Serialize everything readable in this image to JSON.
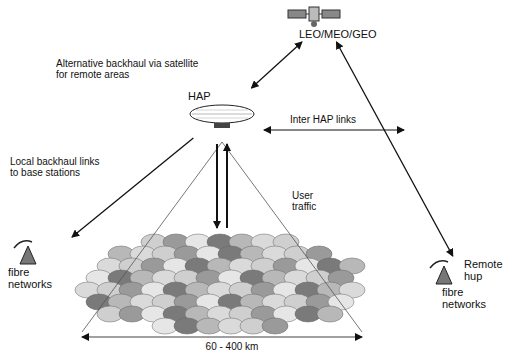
{
  "diagram": {
    "nodes": [
      {
        "text": [
          "LEO/MEO/GEO"
        ]
      },
      {
        "text": [
          "HAP"
        ]
      },
      {
        "text": [
          "fibre networks"
        ]
      },
      {
        "text": [
          "Remote hup",
          "fibre networks"
        ]
      }
    ],
    "edges": [
      {
        "from": 0,
        "to": 1,
        "arrow": "both",
        "label": "Alternative backhaul via satellite for remote areas"
      },
      {
        "from": 1,
        "to": 2,
        "arrow": "to",
        "label": "Local backhaul links to base stations"
      },
      {
        "from": 0,
        "to": 3,
        "arrow": "both"
      }
    ],
    "labels": [
      "Inter HAP links",
      "User traffic",
      "60 - 400 km"
    ]
  }
}
